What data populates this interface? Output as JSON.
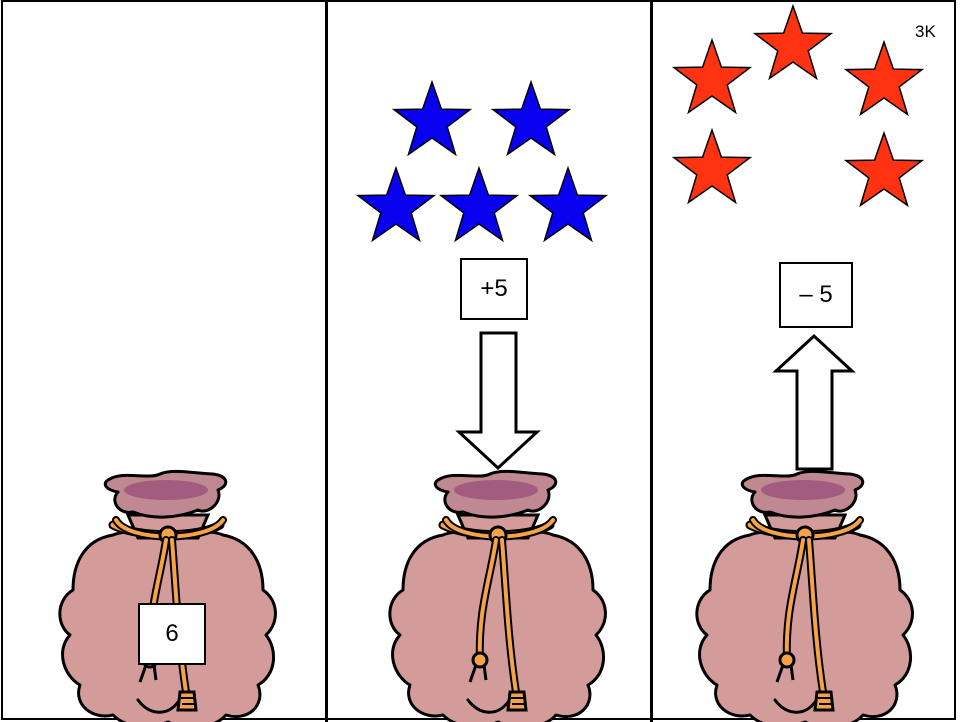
{
  "panels": [
    {
      "name": "start",
      "bag_label": "6"
    },
    {
      "name": "add",
      "operation_label": "+5",
      "star_color": "#0a00f0",
      "star_count": 5,
      "arrow_direction": "down"
    },
    {
      "name": "subtract",
      "operation_label": "– 5",
      "star_color": "#ff3311",
      "star_count": 5,
      "arrow_direction": "up"
    }
  ],
  "corner_code": "3K",
  "colors": {
    "bag": "#d49b9b",
    "bag_mouth": "#a15c80",
    "rope": "#f6a347",
    "outline": "#000000"
  }
}
